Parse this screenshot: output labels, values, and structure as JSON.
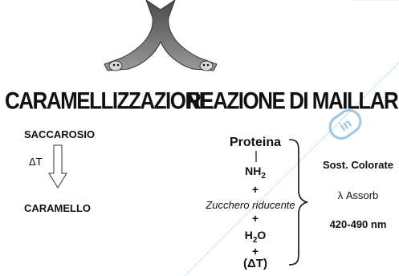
{
  "left": {
    "heading": "CARAMELLIZZAZIONE",
    "reactant": "SACCAROSIO",
    "condition": "ΔT",
    "product": "CARAMELLO"
  },
  "right": {
    "heading": "REAZIONE DI MAILLARD",
    "protein": "Proteina",
    "amine": "NH",
    "amine_sub": "2",
    "plus": "+",
    "sugar": "Zucchero riducente",
    "water": "H",
    "water_sub": "2",
    "water_tail": "O",
    "heat": "(ΔT)",
    "products": {
      "line1": "Sost. Colorate",
      "line2": "λ Assorb",
      "line3": "420-490 nm"
    }
  },
  "colors": {
    "arrow_gray": "#6f6f6f",
    "watermark": "#7fb6e0",
    "text": "#111111"
  },
  "icons": [
    "split-arrow-icon",
    "down-arrow-icon",
    "curly-brace-icon",
    "watermark-logo-icon"
  ]
}
